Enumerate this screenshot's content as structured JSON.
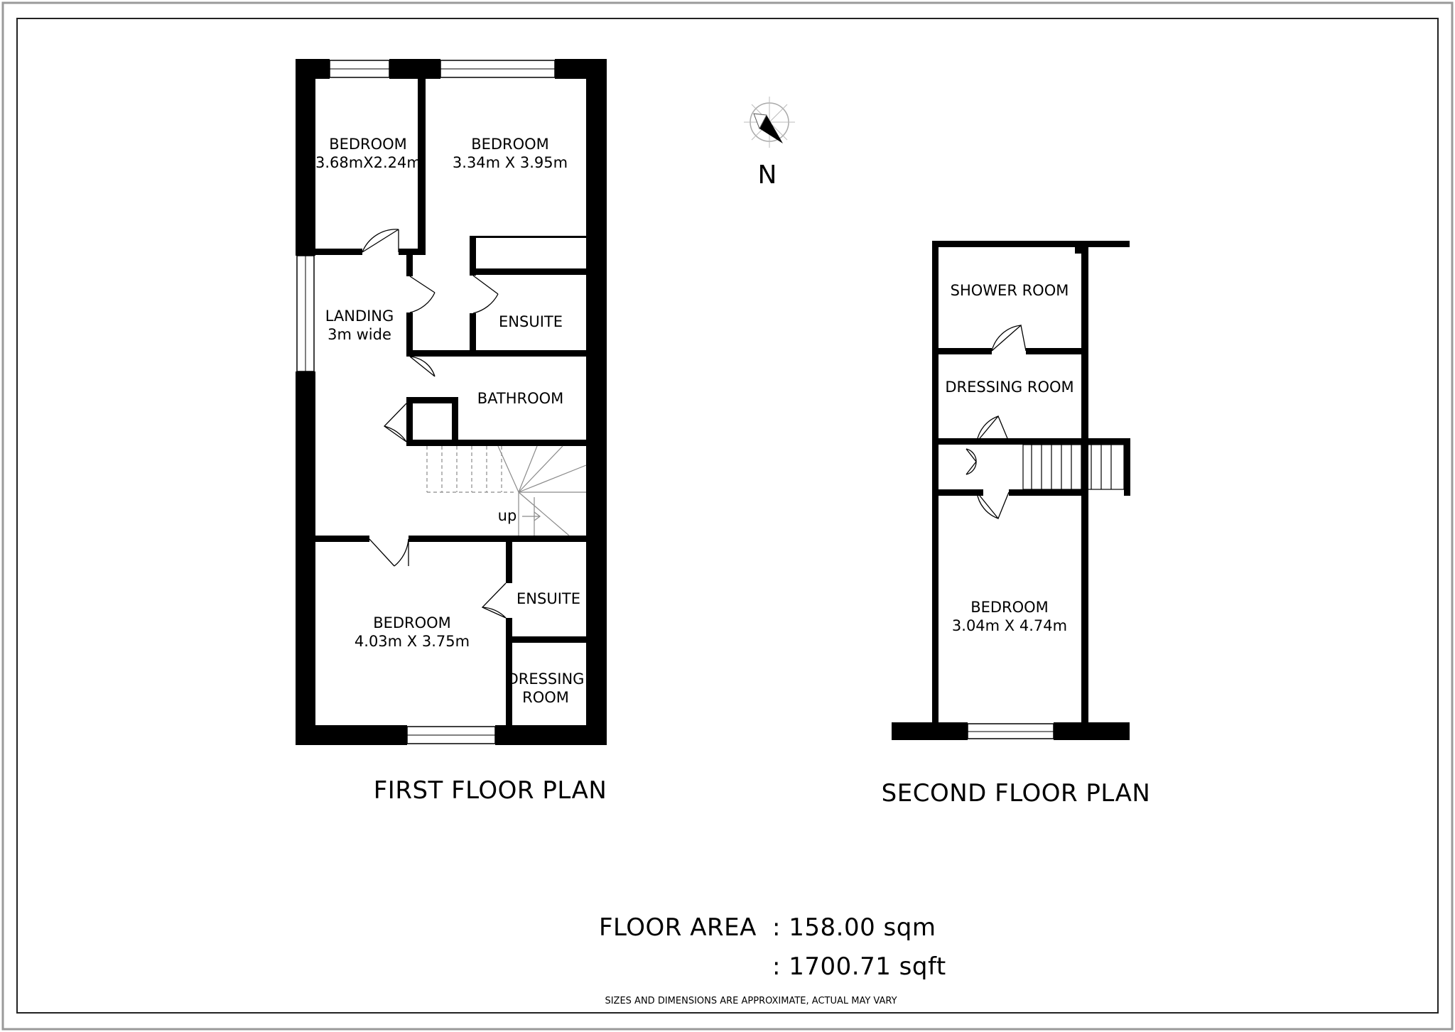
{
  "compass": {
    "north_label": "N"
  },
  "first_floor": {
    "caption": "FIRST FLOOR PLAN",
    "bedroom_1": {
      "name": "BEDROOM",
      "size": "3.68mX2.24m"
    },
    "bedroom_2": {
      "name": "BEDROOM",
      "size": "3.34m X 3.95m"
    },
    "landing": {
      "name": "LANDING",
      "note": "3m wide"
    },
    "ensuite_1": {
      "name": "ENSUITE"
    },
    "bathroom": {
      "name": "BATHROOM"
    },
    "stairs_label": "up",
    "bedroom_3": {
      "name": "BEDROOM",
      "size": "4.03m X 3.75m"
    },
    "ensuite_2": {
      "name": "ENSUITE"
    },
    "dressing": {
      "line1": "DRESSING",
      "line2": "ROOM"
    }
  },
  "second_floor": {
    "caption": "SECOND FLOOR PLAN",
    "shower_room": {
      "name": "SHOWER ROOM"
    },
    "dressing_room": {
      "name": "DRESSING ROOM"
    },
    "bedroom": {
      "name": "BEDROOM",
      "size": "3.04m X 4.74m"
    }
  },
  "floor_area": {
    "label": "FLOOR AREA",
    "sqm": ": 158.00 sqm",
    "sqft": ": 1700.71 sqft"
  },
  "disclaimer": "SIZES AND DIMENSIONS ARE APPROXIMATE, ACTUAL MAY VARY"
}
